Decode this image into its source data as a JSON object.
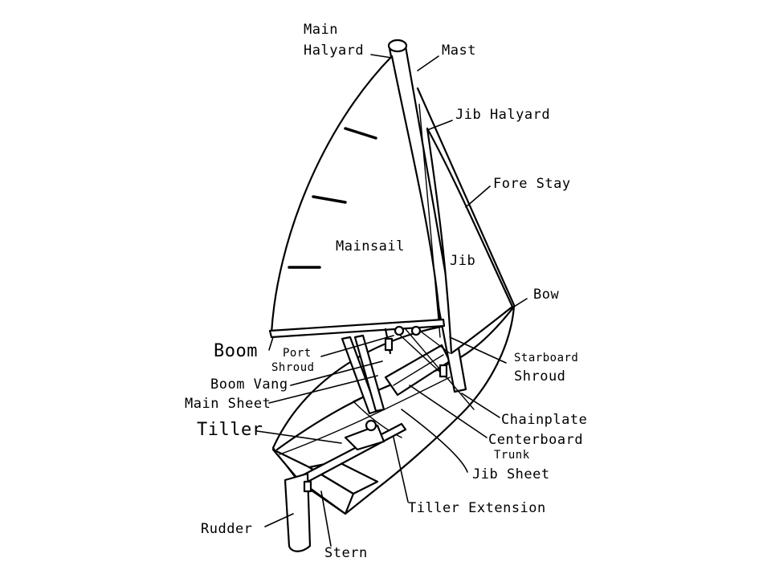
{
  "labels": {
    "main_halyard_1": "Main",
    "main_halyard_2": "Halyard",
    "mast": "Mast",
    "jib_halyard": "Jib Halyard",
    "fore_stay": "Fore Stay",
    "mainsail": "Mainsail",
    "jib": "Jib",
    "bow": "Bow",
    "boom": "Boom",
    "port_shroud_1": "Port",
    "port_shroud_2": "Shroud",
    "starboard_shroud_1": "Starboard",
    "starboard_shroud_2": "Shroud",
    "boom_vang": "Boom Vang",
    "main_sheet": "Main Sheet",
    "chainplate": "Chainplate",
    "centerboard_trunk_1": "Centerboard",
    "centerboard_trunk_2": "Trunk",
    "tiller": "Tiller",
    "jib_sheet": "Jib Sheet",
    "tiller_extension": "Tiller Extension",
    "rudder": "Rudder",
    "stern": "Stern"
  }
}
